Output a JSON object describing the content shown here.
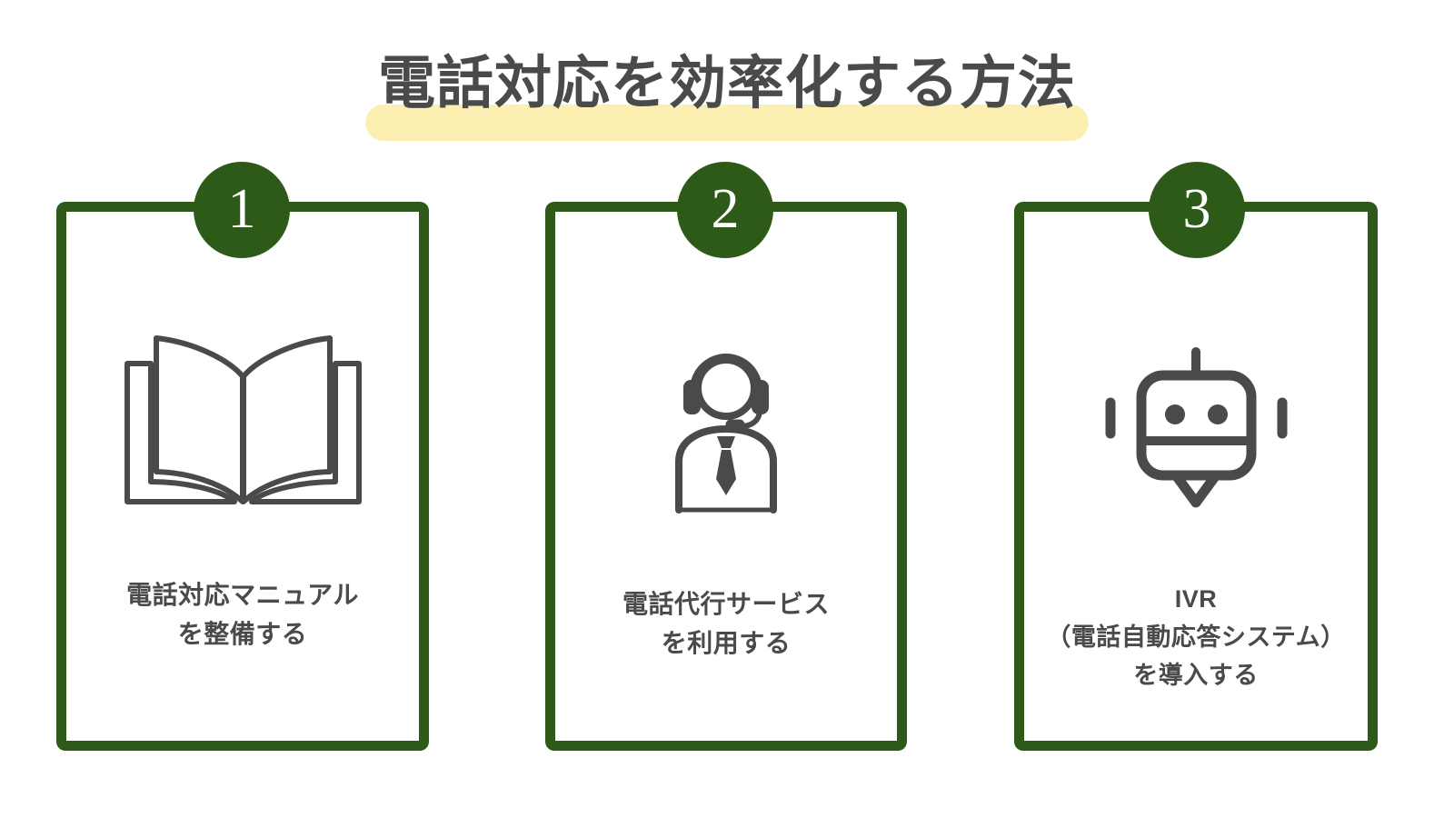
{
  "title": {
    "text": "電話対応を効率化する方法",
    "highlight_color": "#fbf0b2",
    "text_color": "#4a4a4a"
  },
  "theme": {
    "accent_green": "#2e5a19",
    "icon_gray": "#4a4a4a",
    "background": "#ffffff"
  },
  "cards": [
    {
      "number": "1",
      "icon": "open-book-icon",
      "label_line1": "電話対応マニュアル",
      "label_line2": "を整備する",
      "label_line3": ""
    },
    {
      "number": "2",
      "icon": "headset-operator-icon",
      "label_line1": "電話代行サービス",
      "label_line2": "を利用する",
      "label_line3": ""
    },
    {
      "number": "3",
      "icon": "robot-chatbot-icon",
      "label_line1": "IVR",
      "label_line2": "（電話自動応答システム）",
      "label_line3": "を導入する"
    }
  ]
}
